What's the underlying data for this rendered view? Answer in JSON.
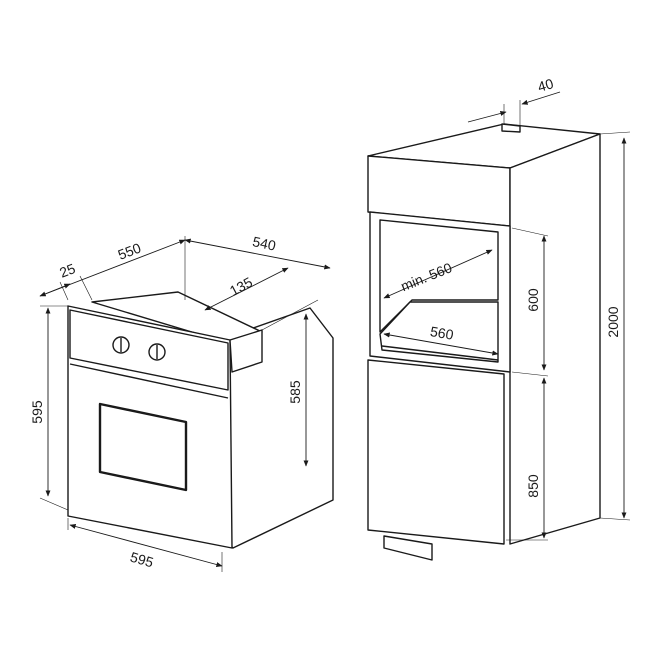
{
  "labels": {
    "oven_depth_front": "25",
    "oven_depth": "550",
    "oven_total_depth": "540",
    "oven_top_recess": "135",
    "oven_height_front": "595",
    "oven_body_height": "585",
    "oven_width": "595",
    "cabinet_top_gap": "40",
    "niche_min_width": "min. 560",
    "niche_height": "600",
    "niche_depth": "560",
    "cabinet_height": "2000",
    "base_height": "850"
  },
  "colors": {
    "line": "#1a1a1a",
    "background": "#ffffff"
  }
}
